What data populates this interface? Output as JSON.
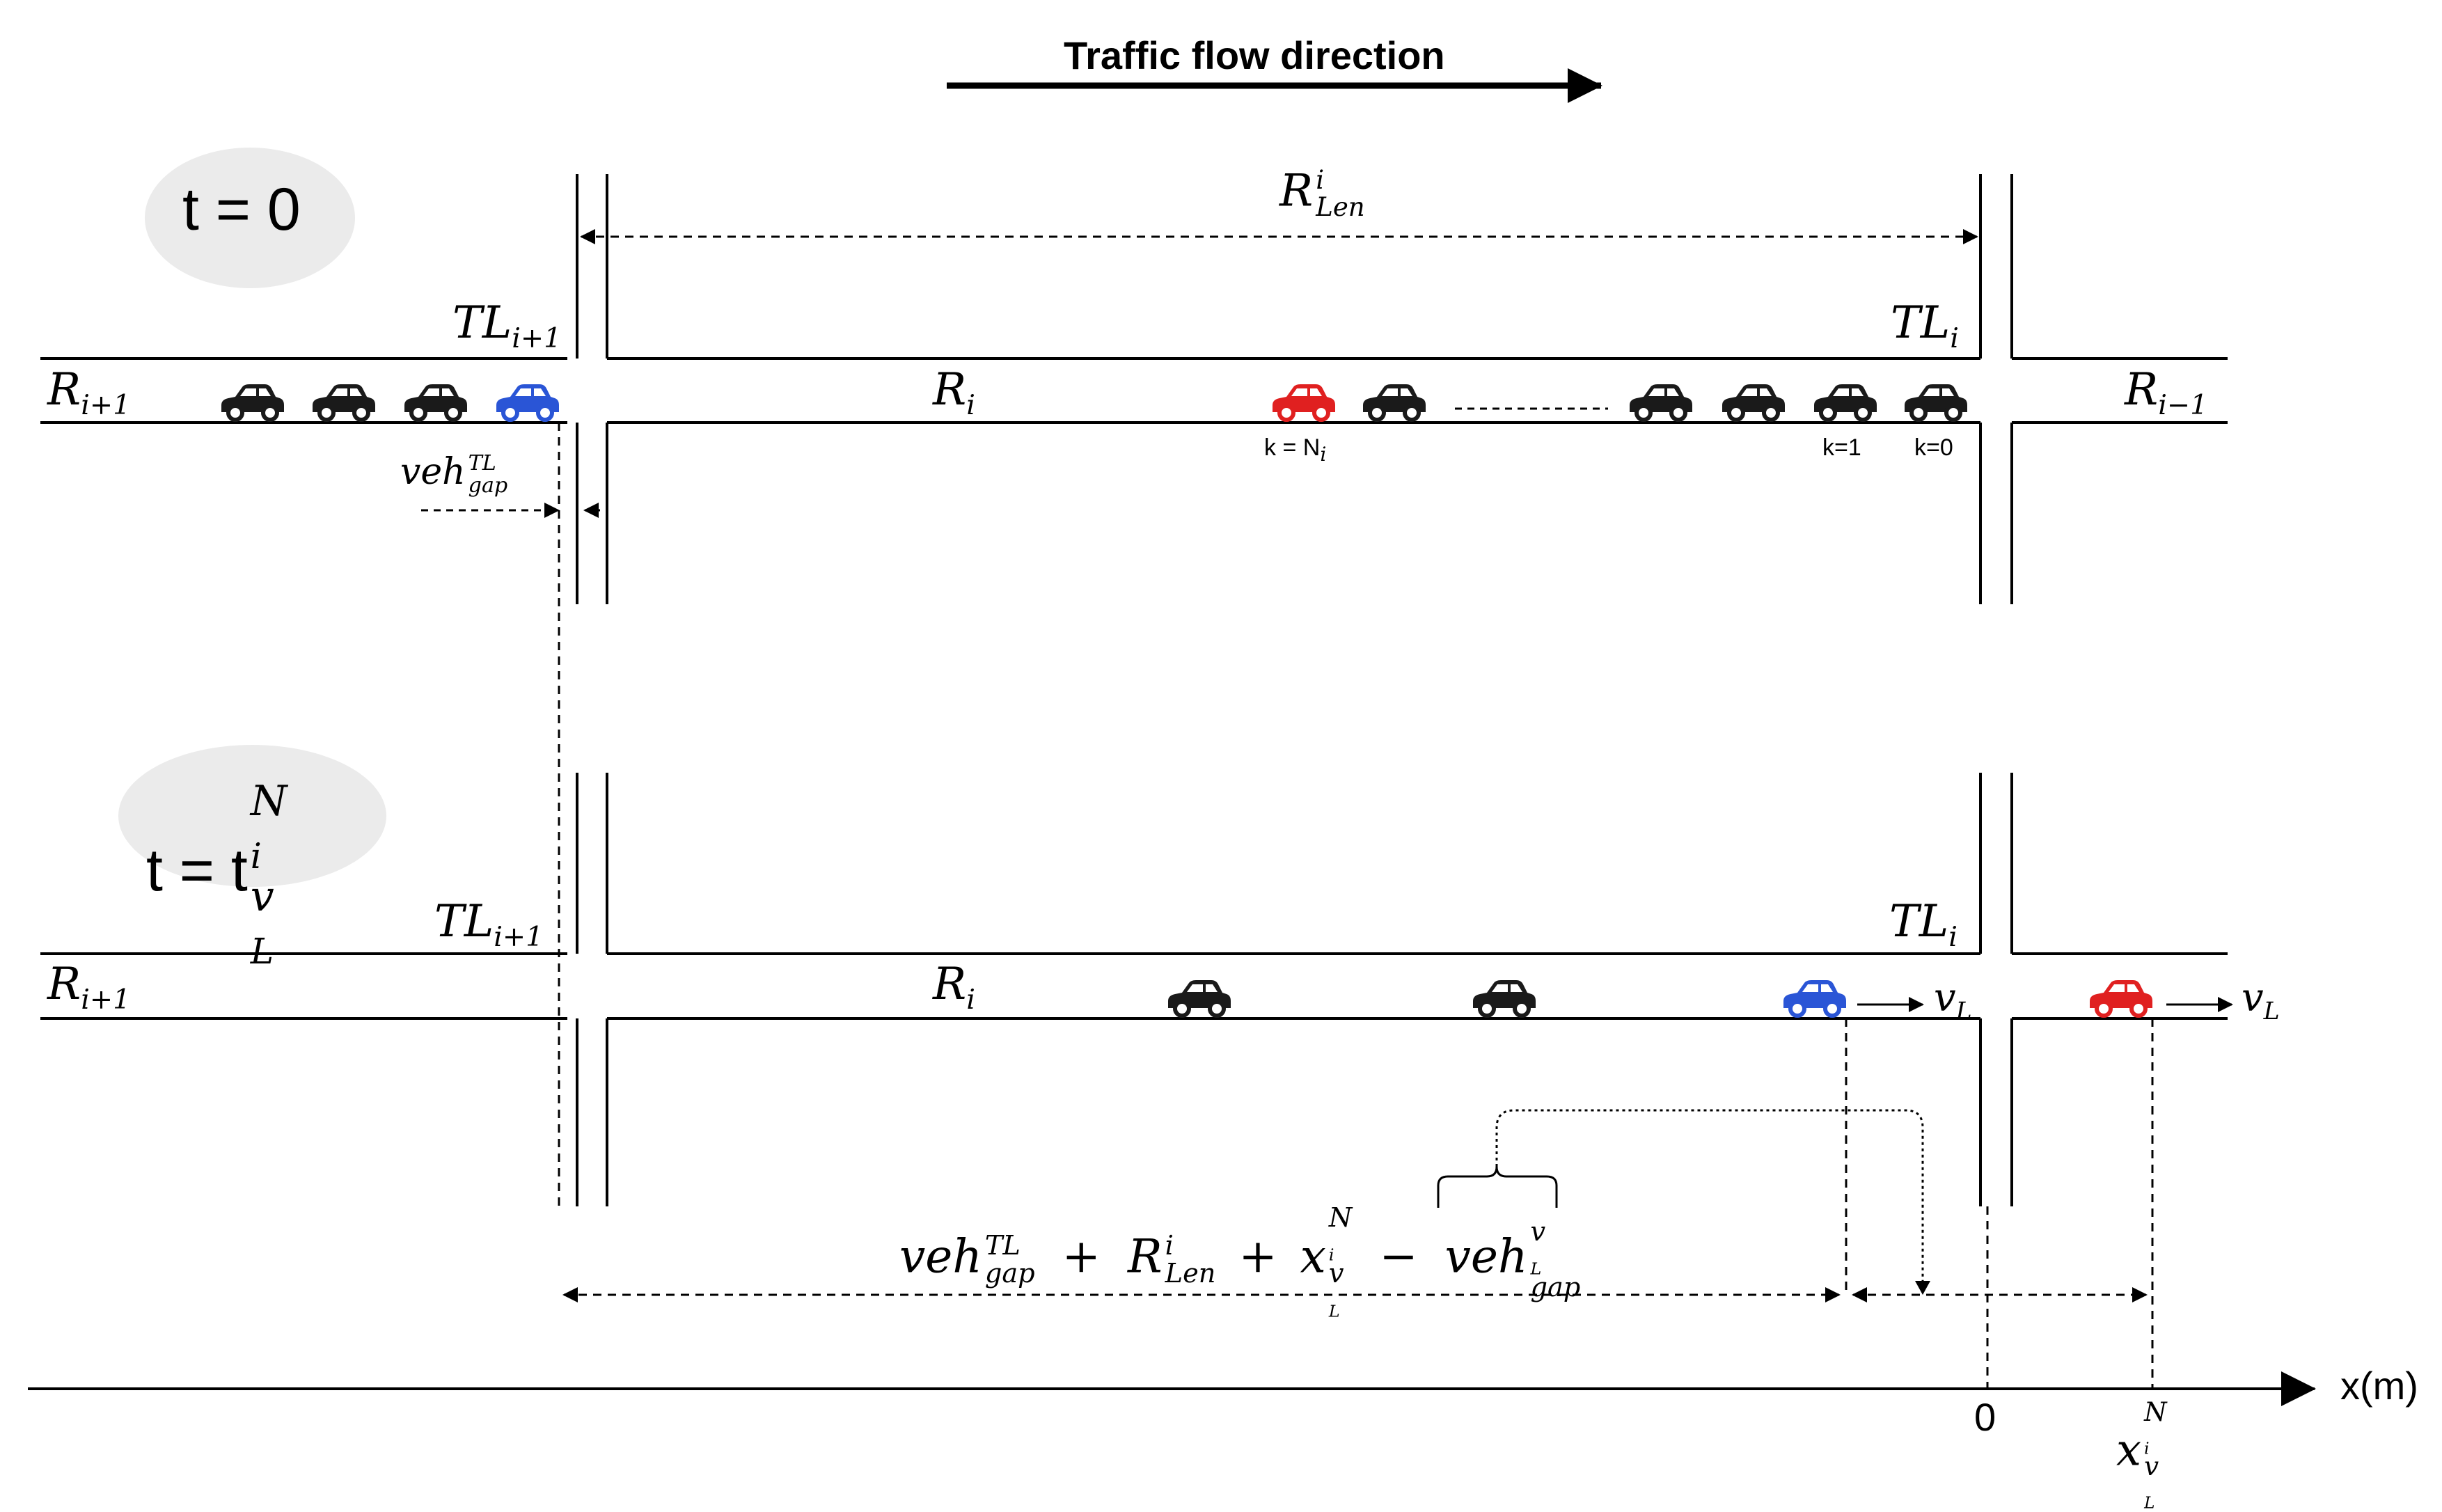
{
  "header": {
    "direction_label": "Traffic flow direction"
  },
  "panel_top": {
    "time_label": "t = 0",
    "road_length": {
      "base": "R",
      "sup": "i",
      "sub": "Len"
    },
    "tl_left": {
      "base": "TL",
      "sub": "i+1"
    },
    "tl_right": {
      "base": "TL",
      "sub": "i"
    },
    "road_left": {
      "base": "R",
      "sub": "i+1"
    },
    "road_mid": {
      "base": "R",
      "sub": "i"
    },
    "road_right": {
      "base": "R",
      "sub": "i−1"
    },
    "queue_last_label": "k = N",
    "queue_last_sub": "i",
    "queue_k1_label": "k=1",
    "queue_k0_label": "k=0",
    "gap_label": {
      "base": "veh",
      "sup": "TL",
      "sub": "gap"
    }
  },
  "panel_bottom": {
    "time_label_prefix": "t = t",
    "time_sup": "N",
    "time_sup_sub": "i",
    "time_sub": "v",
    "time_sub_sub": "L",
    "tl_left": {
      "base": "TL",
      "sub": "i+1"
    },
    "tl_right": {
      "base": "TL",
      "sub": "i"
    },
    "road_left": {
      "base": "R",
      "sub": "i+1"
    },
    "road_mid": {
      "base": "R",
      "sub": "i"
    },
    "speed_label": "v",
    "speed_sub": "L"
  },
  "distance_formula": {
    "term1_base": "veh",
    "term1_sup": "TL",
    "term1_sub": "gap",
    "plus": "+",
    "term2_base": "R",
    "term2_sup": "i",
    "term2_sub": "Len",
    "term3_base": "x",
    "term3_sup": "N",
    "term3_sup_sub": "i",
    "term3_sub": "v",
    "term3_sub_sub": "L",
    "minus": "−",
    "term4_base": "veh",
    "term4_sup": "v",
    "term4_sup_sub": "L",
    "term4_sub": "gap"
  },
  "axis": {
    "label": "x(m)",
    "origin_label": "0",
    "tick_base": "x",
    "tick_sup": "N",
    "tick_sup_sub": "i",
    "tick_sub": "v",
    "tick_sub_sub": "L"
  },
  "colors": {
    "line": "#000000",
    "car_default": "#1a1a1a",
    "car_tail": "#e02020",
    "car_head": "#2a55d6",
    "bubble": "#ebebeb"
  }
}
